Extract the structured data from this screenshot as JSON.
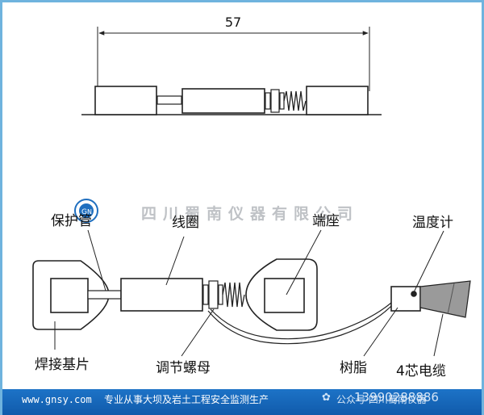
{
  "top_dimension": "57",
  "labels": {
    "protect_tube": "保护管",
    "coil": "线圈",
    "end_block": "端座",
    "thermometer": "温度计",
    "weld_base": "焊接基片",
    "adjust_nut": "调节螺母",
    "resin": "树脂",
    "cable": "4芯电缆"
  },
  "watermark": "四川蜀南仪器有限公司",
  "footer": {
    "website": "www.gnsy.com",
    "slogan": "专业从事大坝及岩土工程安全监测生产",
    "account": "公众号·四川蜀南仪器",
    "phone": "13990288886"
  },
  "colors": {
    "footer_bg": "#1560b4",
    "frame": "#6fb3de",
    "watermark": "#bfc2c6",
    "line": "#222222"
  }
}
